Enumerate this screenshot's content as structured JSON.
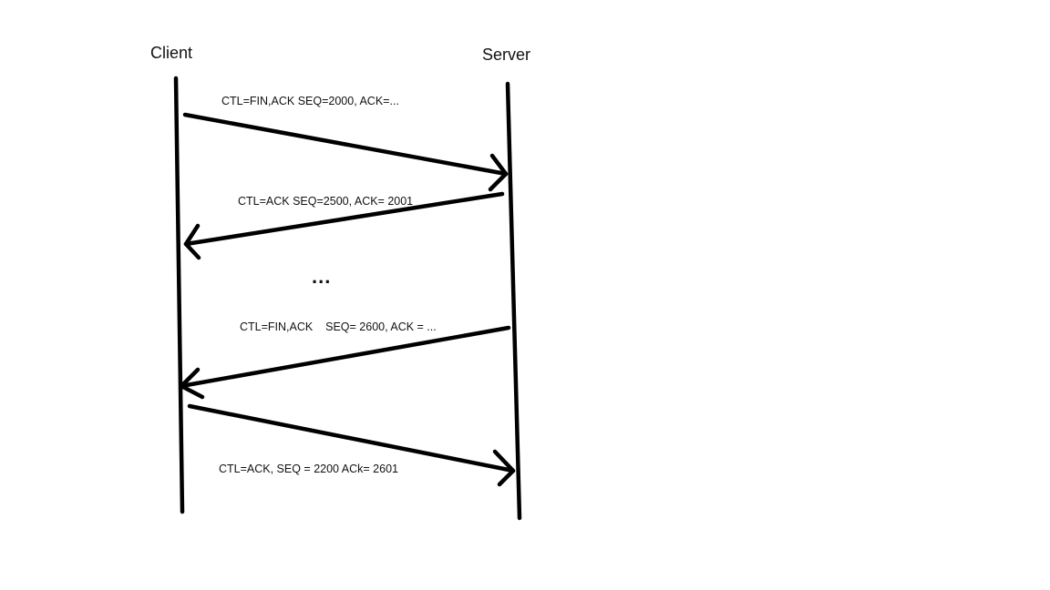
{
  "participants": {
    "client": "Client",
    "server": "Server"
  },
  "messages": [
    {
      "from": "client",
      "to": "server",
      "label": "CTL=FIN,ACK SEQ=2000, ACK=..."
    },
    {
      "from": "server",
      "to": "client",
      "label": "CTL=ACK SEQ=2500, ACK= 2001"
    },
    {
      "from": "server",
      "to": "client",
      "label": "CTL=FIN,ACK    SEQ= 2600, ACK = ..."
    },
    {
      "from": "client",
      "to": "server",
      "label": "CTL=ACK, SEQ = 2200 ACk= 2601"
    }
  ],
  "gap_marker": "...",
  "colors": {
    "background": "#ffffff",
    "stroke": "#000000",
    "text": "#111111"
  }
}
